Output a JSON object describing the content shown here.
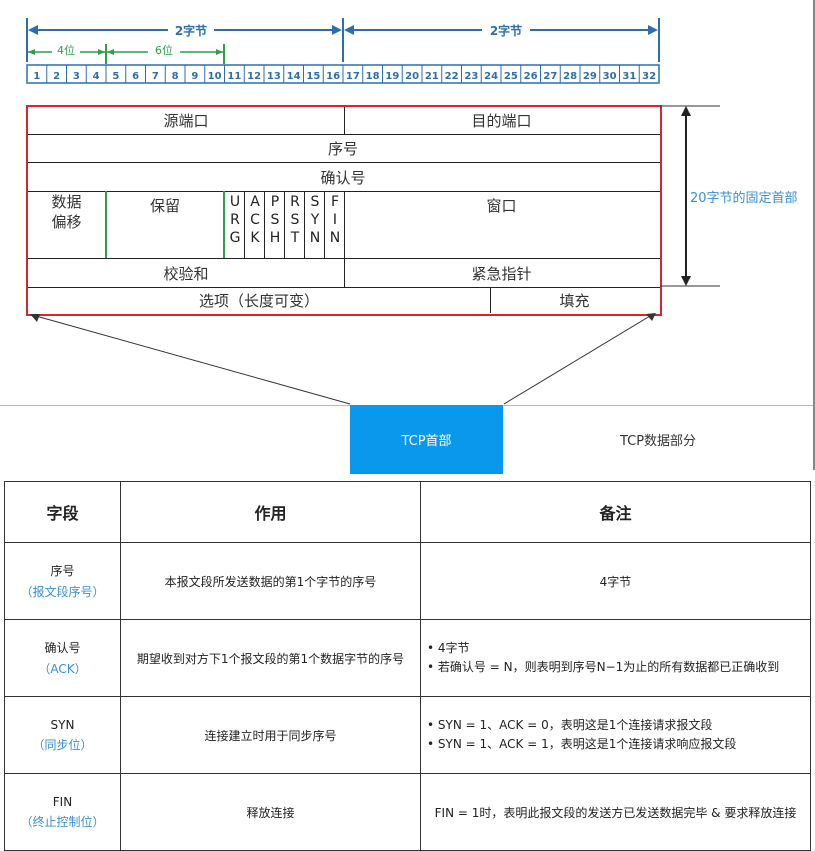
{
  "ruler": {
    "half_left": "2字节",
    "half_right": "2字节",
    "span_4": "4位",
    "span_6": "6位",
    "bits": [
      "1",
      "2",
      "3",
      "4",
      "5",
      "6",
      "7",
      "8",
      "9",
      "10",
      "11",
      "12",
      "13",
      "14",
      "15",
      "16",
      "17",
      "18",
      "19",
      "20",
      "21",
      "22",
      "23",
      "24",
      "25",
      "26",
      "27",
      "28",
      "29",
      "30",
      "31",
      "32"
    ]
  },
  "header": {
    "src_port": "源端口",
    "dst_port": "目的端口",
    "seq": "序号",
    "ack": "确认号",
    "data_offset": "数据\n偏移",
    "reserved": "保留",
    "flags": [
      [
        "U",
        "R",
        "G"
      ],
      [
        "A",
        "C",
        "K"
      ],
      [
        "P",
        "S",
        "H"
      ],
      [
        "R",
        "S",
        "T"
      ],
      [
        "S",
        "Y",
        "N"
      ],
      [
        "F",
        "I",
        "N"
      ]
    ],
    "window": "窗口",
    "checksum": "校验和",
    "urgent": "紧急指针",
    "options": "选项（长度可变）",
    "padding": "填充",
    "fixed_label": "20字节的固定首部"
  },
  "segment": {
    "tcp_header": "TCP首部",
    "tcp_data": "TCP数据部分"
  },
  "colors": {
    "frame": "#d9252f",
    "ruler": "#2d6fae",
    "green": "#2e9e4f",
    "header_box": "#0a98ec",
    "accent_text": "#3a8fd0"
  },
  "table": {
    "headers": [
      "字段",
      "作用",
      "备注"
    ],
    "rows": [
      {
        "field": "序号",
        "sub": "（报文段序号）",
        "role": "本报文段所发送数据的第1个字节的序号",
        "notes": [
          "4字节"
        ],
        "bullets": false
      },
      {
        "field": "确认号",
        "sub": "（ACK）",
        "role": "期望收到对方下1个报文段的第1个数据字节的序号",
        "notes": [
          "4字节",
          "若确认号 = N，则表明到序号N−1为止的所有数据都已正确收到"
        ],
        "bullets": true
      },
      {
        "field": "SYN",
        "sub": "（同步位）",
        "role": "连接建立时用于同步序号",
        "notes": [
          "SYN = 1、ACK = 0，表明这是1个连接请求报文段",
          "SYN = 1、ACK = 1，表明这是1个连接请求响应报文段"
        ],
        "bullets": true
      },
      {
        "field": "FIN",
        "sub": "（终止控制位）",
        "role": "释放连接",
        "notes": [
          "FIN = 1时，表明此报文段的发送方已发送数据完毕 & 要求释放连接"
        ],
        "bullets": false
      }
    ]
  }
}
